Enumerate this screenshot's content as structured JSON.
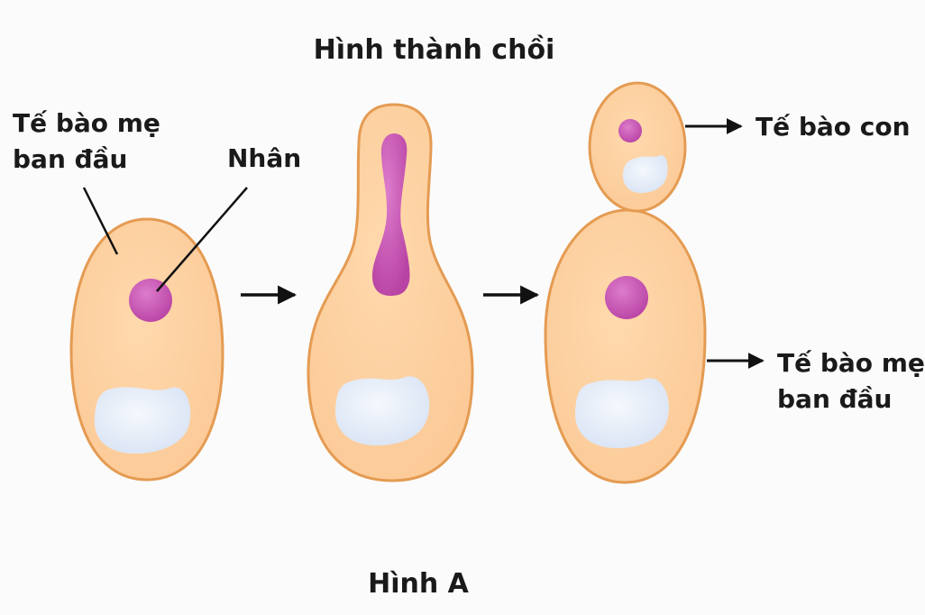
{
  "title": "Hình thành chồi",
  "caption": "Hình A",
  "labels": {
    "mother_cell_left": [
      "Tế bào mẹ",
      "ban đầu"
    ],
    "nucleus": "Nhân",
    "daughter_cell": "Tế bào con",
    "mother_cell_right": [
      "Tế bào mẹ",
      "ban đầu"
    ]
  },
  "colors": {
    "cytoplasm": "#fdd4a2",
    "membrane": "#e49b52",
    "nucleus": "#c954b6",
    "vacuole": "#e3ebf7",
    "arrow": "#111111"
  }
}
